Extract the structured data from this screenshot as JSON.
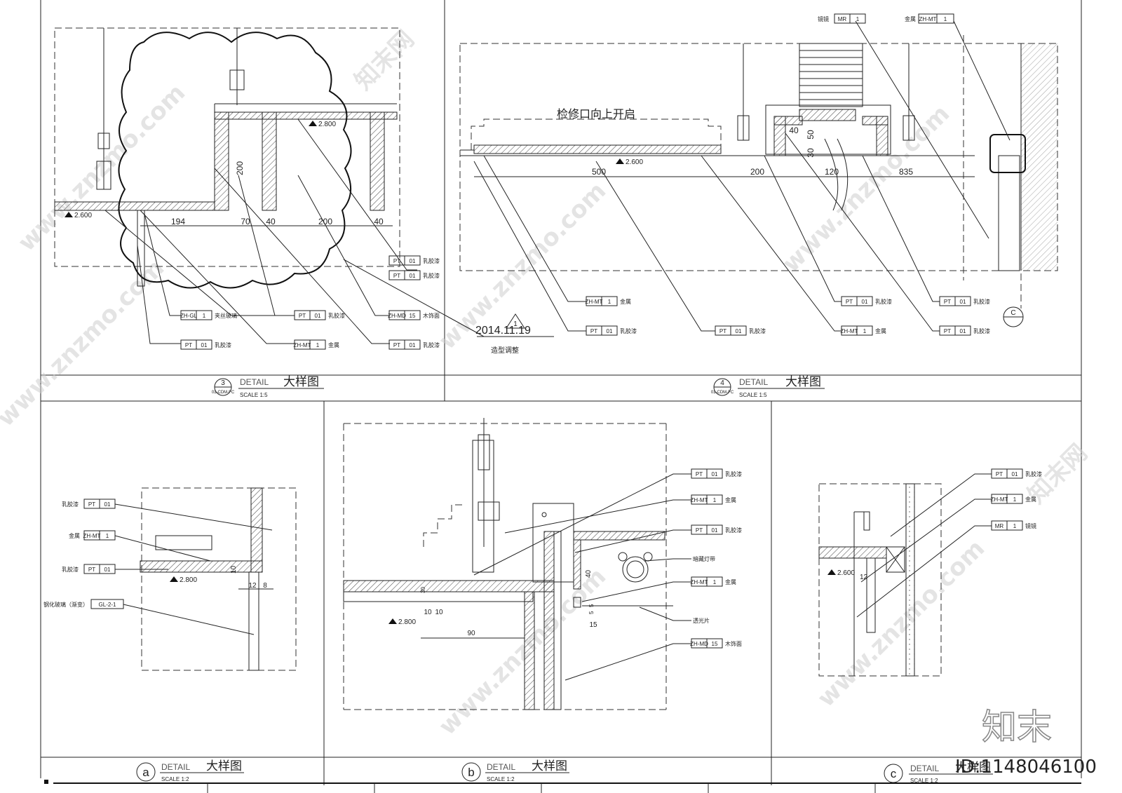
{
  "sheet": {
    "watermark_site": "www.znzmo.com",
    "watermark_cn": "知末网",
    "logo_text": "知末",
    "id_text": "ID:1148046100"
  },
  "panels": {
    "detail3": {
      "number": "3",
      "sheet_ref": "01-CDM-FC",
      "label": "DETAIL",
      "title_cn": "大样图",
      "scale": "SCALE  1:5",
      "elevations": [
        "2.600",
        "2.800"
      ],
      "dimensions": [
        "194",
        "70",
        "40",
        "200",
        "40",
        "200"
      ],
      "tags": [
        {
          "code": "PT",
          "num": "01",
          "desc": "乳胶漆"
        },
        {
          "code": "ZH-MD",
          "num": "15",
          "desc": "木饰面"
        },
        {
          "code": "PT",
          "num": "01",
          "desc": "乳胶漆"
        },
        {
          "code": "ZH-GL",
          "num": "1",
          "desc": "夹丝玻璃"
        },
        {
          "code": "PT",
          "num": "01",
          "desc": "乳胶漆"
        },
        {
          "code": "ZH-MT",
          "num": "1",
          "desc": "金属"
        },
        {
          "code": "PT",
          "num": "01",
          "desc": "乳胶漆"
        },
        {
          "code": "PT",
          "num": "01",
          "desc": "乳胶漆"
        }
      ],
      "revision_date": "2014.11.19",
      "revision_mark": "1",
      "revision_note": "造型调整"
    },
    "detail4": {
      "number": "4",
      "sheet_ref": "01-CDM-FC",
      "label": "DETAIL",
      "title_cn": "大样图",
      "scale": "SCALE  1:5",
      "note": "检修口向上开启",
      "elevation": "2.600",
      "dimensions": [
        "500",
        "200",
        "120",
        "835",
        "40",
        "50",
        "30"
      ],
      "top_tags": [
        {
          "code": "MR",
          "num": "1",
          "desc": "镜镜"
        },
        {
          "code": "ZH-MT",
          "num": "1",
          "desc": "金属"
        }
      ],
      "tags": [
        {
          "code": "ZH-MT",
          "num": "1",
          "desc": "金属"
        },
        {
          "code": "PT",
          "num": "01",
          "desc": "乳胶漆"
        },
        {
          "code": "PT",
          "num": "01",
          "desc": "乳胶漆"
        },
        {
          "code": "PT",
          "num": "01",
          "desc": "乳胶漆"
        },
        {
          "code": "ZH-MT",
          "num": "1",
          "desc": "金属"
        },
        {
          "code": "PT",
          "num": "01",
          "desc": "乳胶漆"
        },
        {
          "code": "PT",
          "num": "01",
          "desc": "乳胶漆"
        }
      ],
      "section_mark": "C"
    },
    "detailA": {
      "number": "a",
      "label": "DETAIL",
      "title_cn": "大样图",
      "scale": "SCALE  1:2",
      "elevation": "2.800",
      "dimensions": [
        "10",
        "12",
        "8"
      ],
      "tags": [
        {
          "prefix": "乳胶漆",
          "code": "PT",
          "num": "01"
        },
        {
          "prefix": "金属",
          "code": "ZH-MT",
          "num": "1"
        },
        {
          "prefix": "乳胶漆",
          "code": "PT",
          "num": "01"
        },
        {
          "prefix": "钢化玻璃（渐变）",
          "code": "GL-2-1",
          "num": ""
        }
      ]
    },
    "detailB": {
      "number": "b",
      "label": "DETAIL",
      "title_cn": "大样图",
      "scale": "SCALE  1:2",
      "elevation": "2.800",
      "dimensions": [
        "10",
        "10",
        "90",
        "40",
        "15",
        "5",
        "5",
        "30"
      ],
      "tags": [
        {
          "code": "PT",
          "num": "01",
          "desc": "乳胶漆"
        },
        {
          "code": "ZH-MT",
          "num": "1",
          "desc": "金属"
        },
        {
          "code": "PT",
          "num": "01",
          "desc": "乳胶漆"
        },
        {
          "code": "",
          "num": "",
          "desc": "暗藏灯带"
        },
        {
          "code": "ZH-MT",
          "num": "1",
          "desc": "金属"
        },
        {
          "code": "",
          "num": "",
          "desc": "透光片"
        },
        {
          "code": "ZH-MD",
          "num": "15",
          "desc": "木饰面"
        }
      ]
    },
    "detailC": {
      "number": "c",
      "label": "DETAIL",
      "title_cn": "大样图",
      "scale": "SCALE  1:2",
      "elevation": "2.600",
      "dimensions": [
        "12"
      ],
      "tags": [
        {
          "code": "PT",
          "num": "01",
          "desc": "乳胶漆"
        },
        {
          "code": "ZH-MT",
          "num": "1",
          "desc": "金属"
        },
        {
          "code": "MR",
          "num": "1",
          "desc": "镜镜"
        }
      ]
    }
  }
}
